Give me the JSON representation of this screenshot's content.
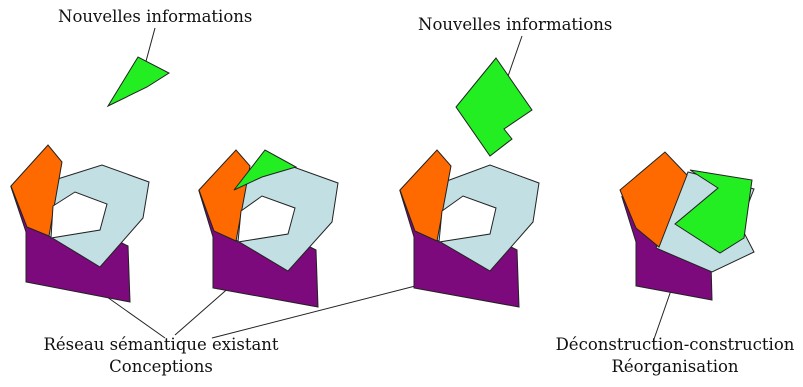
{
  "labels": {
    "new_info_1": "Nouvelles informations",
    "new_info_2": "Nouvelles informations",
    "existing_line1": "Réseau sémantique existant",
    "existing_line2": "Conceptions",
    "decon_line1": "Déconstruction-construction",
    "decon_line2": "Réorganisation"
  },
  "colors": {
    "orange": "#ff6a00",
    "purple": "#7c0a7c",
    "light_blue": "#c2dfe3",
    "green": "#22ee22",
    "stroke": "#222222"
  }
}
